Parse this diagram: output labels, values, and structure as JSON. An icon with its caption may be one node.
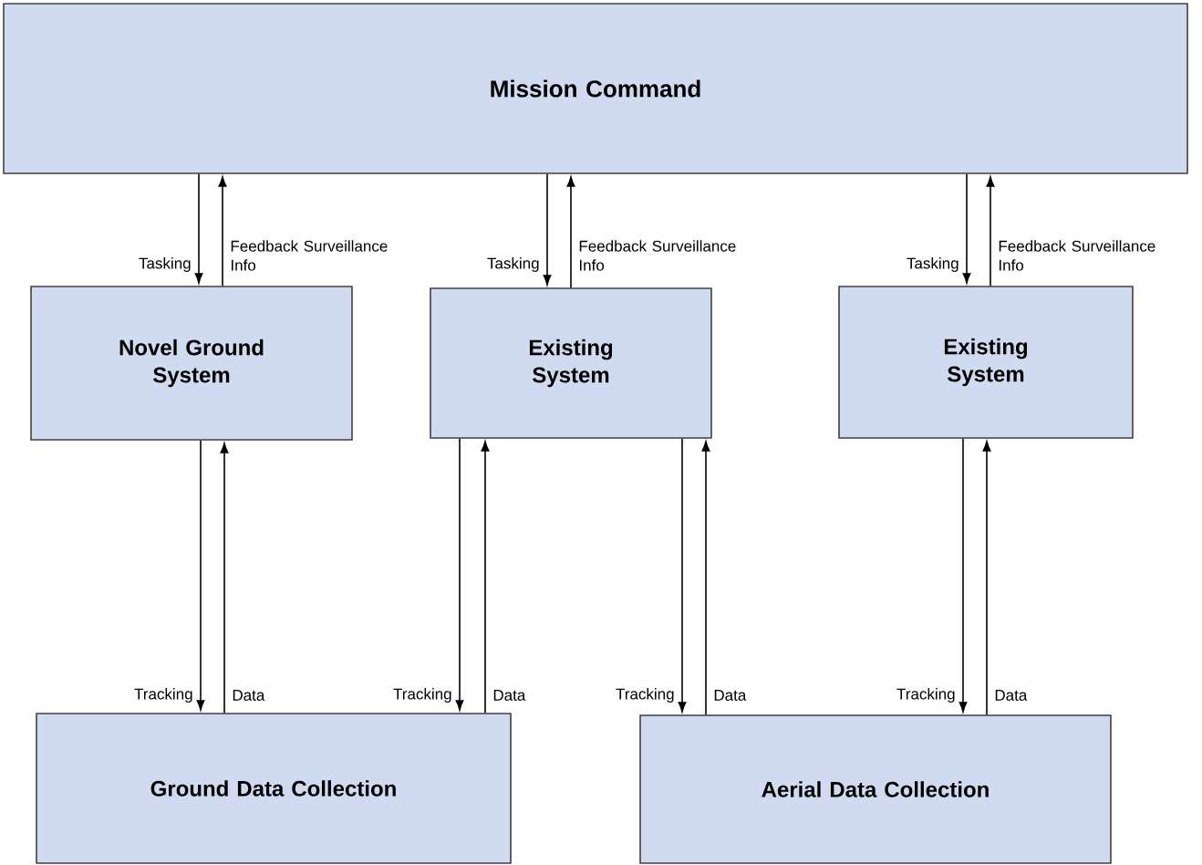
{
  "diagram": {
    "nodes": [
      {
        "text": [
          "Mission Command"
        ]
      },
      {
        "text": [
          "Novel Ground System"
        ]
      },
      {
        "text": [
          "Existing System"
        ]
      },
      {
        "text": [
          "Existing System"
        ]
      },
      {
        "text": [
          "Ground Data Collection"
        ]
      },
      {
        "text": [
          "Aerial Data Collection"
        ]
      }
    ],
    "edges": [
      {
        "from": 0,
        "to": 1,
        "arrow": "to",
        "label": "Tasking"
      },
      {
        "from": 1,
        "to": 0,
        "arrow": "to",
        "label": "Feedback Surveillance Info"
      },
      {
        "from": 0,
        "to": 2,
        "arrow": "to",
        "label": "Tasking"
      },
      {
        "from": 2,
        "to": 0,
        "arrow": "to",
        "label": "Feedback Surveillance Info"
      },
      {
        "from": 0,
        "to": 3,
        "arrow": "to",
        "label": "Tasking"
      },
      {
        "from": 3,
        "to": 0,
        "arrow": "to",
        "label": "Feedback Surveillance Info"
      },
      {
        "from": 1,
        "to": 4,
        "arrow": "to",
        "label": "Tracking"
      },
      {
        "from": 4,
        "to": 1,
        "arrow": "to",
        "label": "Data"
      },
      {
        "from": 2,
        "to": 4,
        "arrow": "to",
        "label": "Tracking"
      },
      {
        "from": 4,
        "to": 2,
        "arrow": "to",
        "label": "Data"
      },
      {
        "from": 2,
        "to": 5,
        "arrow": "to",
        "label": "Tracking"
      },
      {
        "from": 5,
        "to": 2,
        "arrow": "to",
        "label": "Data"
      },
      {
        "from": 3,
        "to": 5,
        "arrow": "to",
        "label": "Tracking"
      },
      {
        "from": 5,
        "to": 3,
        "arrow": "to",
        "label": "Data"
      }
    ]
  }
}
